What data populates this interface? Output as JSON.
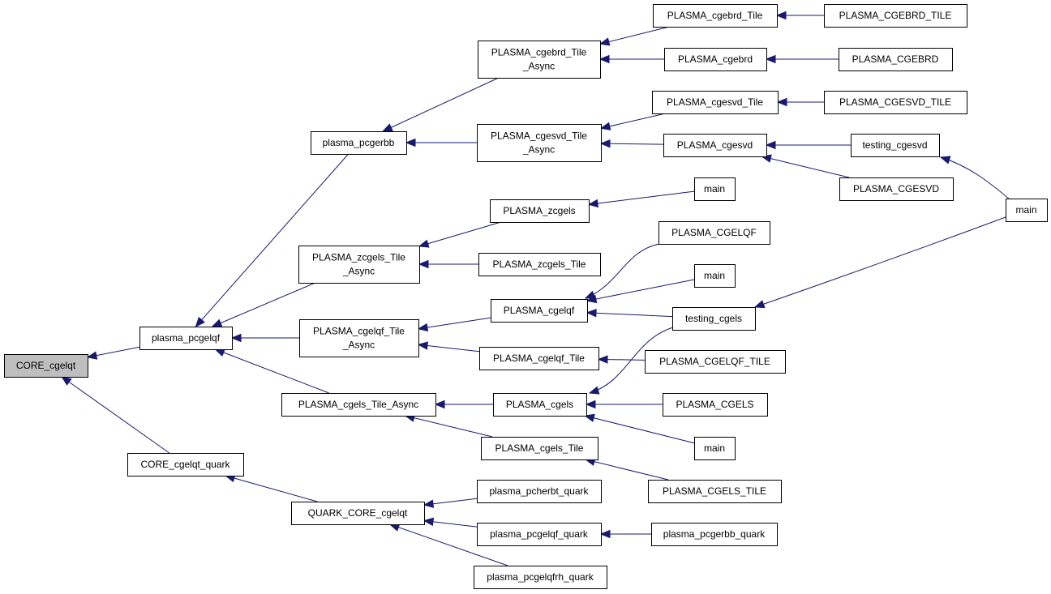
{
  "diagram": {
    "title": "Caller graph for CORE_cgelqt",
    "root": "CORE_cgelqt",
    "colors": {
      "edge": "#191970",
      "root_fill": "#bfbfbf",
      "node_fill": "#ffffff",
      "border": "#000000"
    },
    "nodes": [
      {
        "id": "core_cgelqt",
        "label": [
          "CORE_cgelqt"
        ],
        "root": true
      },
      {
        "id": "plasma_pcgelqf",
        "label": [
          "plasma_pcgelqf"
        ]
      },
      {
        "id": "core_cgelqt_quark",
        "label": [
          "CORE_cgelqt_quark"
        ]
      },
      {
        "id": "plasma_pcgerbb",
        "label": [
          "plasma_pcgerbb"
        ]
      },
      {
        "id": "plasma_zcgels_tile_async",
        "label": [
          "PLASMA_zcgels_Tile",
          "_Async"
        ]
      },
      {
        "id": "plasma_cgelqf_tile_async",
        "label": [
          "PLASMA_cgelqf_Tile",
          "_Async"
        ]
      },
      {
        "id": "plasma_cgels_tile_async",
        "label": [
          "PLASMA_cgels_Tile_Async"
        ]
      },
      {
        "id": "quark_core_cgelqt",
        "label": [
          "QUARK_CORE_cgelqt"
        ]
      },
      {
        "id": "plasma_cgebrd_tile_async",
        "label": [
          "PLASMA_cgebrd_Tile",
          "_Async"
        ]
      },
      {
        "id": "plasma_cgesvd_tile_async",
        "label": [
          "PLASMA_cgesvd_Tile",
          "_Async"
        ]
      },
      {
        "id": "plasma_zcgels",
        "label": [
          "PLASMA_zcgels"
        ]
      },
      {
        "id": "plasma_zcgels_tile",
        "label": [
          "PLASMA_zcgels_Tile"
        ]
      },
      {
        "id": "plasma_cgelqf",
        "label": [
          "PLASMA_cgelqf"
        ]
      },
      {
        "id": "plasma_cgelqf_tile",
        "label": [
          "PLASMA_cgelqf_Tile"
        ]
      },
      {
        "id": "plasma_cgels",
        "label": [
          "PLASMA_cgels"
        ]
      },
      {
        "id": "plasma_cgels_tile",
        "label": [
          "PLASMA_cgels_Tile"
        ]
      },
      {
        "id": "plasma_pcherbt_quark",
        "label": [
          "plasma_pcherbt_quark"
        ]
      },
      {
        "id": "plasma_pcgelqf_quark",
        "label": [
          "plasma_pcgelqf_quark"
        ]
      },
      {
        "id": "plasma_pcgelqfrh_quark",
        "label": [
          "plasma_pcgelqfrh_quark"
        ]
      },
      {
        "id": "plasma_cgebrd_tile",
        "label": [
          "PLASMA_cgebrd_Tile"
        ]
      },
      {
        "id": "plasma_cgebrd",
        "label": [
          "PLASMA_cgebrd"
        ]
      },
      {
        "id": "plasma_cgesvd_tile",
        "label": [
          "PLASMA_cgesvd_Tile"
        ]
      },
      {
        "id": "plasma_cgesvd",
        "label": [
          "PLASMA_cgesvd"
        ]
      },
      {
        "id": "main_zcgels",
        "label": [
          "main"
        ]
      },
      {
        "id": "plasma_CGELQF",
        "label": [
          "PLASMA_CGELQF"
        ]
      },
      {
        "id": "main_cgelqf",
        "label": [
          "main"
        ]
      },
      {
        "id": "testing_cgels",
        "label": [
          "testing_cgels"
        ]
      },
      {
        "id": "plasma_CGELQF_TILE",
        "label": [
          "PLASMA_CGELQF_TILE"
        ]
      },
      {
        "id": "plasma_CGELS",
        "label": [
          "PLASMA_CGELS"
        ]
      },
      {
        "id": "main_cgels",
        "label": [
          "main"
        ]
      },
      {
        "id": "plasma_CGELS_TILE",
        "label": [
          "PLASMA_CGELS_TILE"
        ]
      },
      {
        "id": "plasma_pcgerbb_quark",
        "label": [
          "plasma_pcgerbb_quark"
        ]
      },
      {
        "id": "plasma_CGEBRD_TILE",
        "label": [
          "PLASMA_CGEBRD_TILE"
        ]
      },
      {
        "id": "plasma_CGEBRD",
        "label": [
          "PLASMA_CGEBRD"
        ]
      },
      {
        "id": "plasma_CGESVD_TILE",
        "label": [
          "PLASMA_CGESVD_TILE"
        ]
      },
      {
        "id": "testing_cgesvd",
        "label": [
          "testing_cgesvd"
        ]
      },
      {
        "id": "plasma_CGESVD",
        "label": [
          "PLASMA_CGESVD"
        ]
      },
      {
        "id": "main_testing",
        "label": [
          "main"
        ]
      }
    ],
    "edges": [
      {
        "from": "plasma_pcgelqf",
        "to": "core_cgelqt"
      },
      {
        "from": "core_cgelqt_quark",
        "to": "core_cgelqt"
      },
      {
        "from": "plasma_pcgerbb",
        "to": "plasma_pcgelqf"
      },
      {
        "from": "plasma_zcgels_tile_async",
        "to": "plasma_pcgelqf"
      },
      {
        "from": "plasma_cgelqf_tile_async",
        "to": "plasma_pcgelqf"
      },
      {
        "from": "plasma_cgels_tile_async",
        "to": "plasma_pcgelqf"
      },
      {
        "from": "quark_core_cgelqt",
        "to": "core_cgelqt_quark"
      },
      {
        "from": "plasma_cgebrd_tile_async",
        "to": "plasma_pcgerbb"
      },
      {
        "from": "plasma_cgesvd_tile_async",
        "to": "plasma_pcgerbb"
      },
      {
        "from": "plasma_zcgels",
        "to": "plasma_zcgels_tile_async"
      },
      {
        "from": "plasma_zcgels_tile",
        "to": "plasma_zcgels_tile_async"
      },
      {
        "from": "plasma_cgelqf",
        "to": "plasma_cgelqf_tile_async"
      },
      {
        "from": "plasma_cgelqf_tile",
        "to": "plasma_cgelqf_tile_async"
      },
      {
        "from": "plasma_cgels",
        "to": "plasma_cgels_tile_async"
      },
      {
        "from": "plasma_cgels_tile",
        "to": "plasma_cgels_tile_async"
      },
      {
        "from": "plasma_pcherbt_quark",
        "to": "quark_core_cgelqt"
      },
      {
        "from": "plasma_pcgelqf_quark",
        "to": "quark_core_cgelqt"
      },
      {
        "from": "plasma_pcgelqfrh_quark",
        "to": "quark_core_cgelqt"
      },
      {
        "from": "plasma_cgebrd_tile",
        "to": "plasma_cgebrd_tile_async"
      },
      {
        "from": "plasma_cgebrd",
        "to": "plasma_cgebrd_tile_async"
      },
      {
        "from": "plasma_cgesvd_tile",
        "to": "plasma_cgesvd_tile_async"
      },
      {
        "from": "plasma_cgesvd",
        "to": "plasma_cgesvd_tile_async"
      },
      {
        "from": "main_zcgels",
        "to": "plasma_zcgels"
      },
      {
        "from": "plasma_CGELQF",
        "to": "plasma_cgelqf"
      },
      {
        "from": "main_cgelqf",
        "to": "plasma_cgelqf"
      },
      {
        "from": "testing_cgels",
        "to": "plasma_cgelqf"
      },
      {
        "from": "plasma_CGELQF_TILE",
        "to": "plasma_cgelqf_tile"
      },
      {
        "from": "testing_cgels",
        "to": "plasma_cgels"
      },
      {
        "from": "plasma_CGELS",
        "to": "plasma_cgels"
      },
      {
        "from": "main_cgels",
        "to": "plasma_cgels"
      },
      {
        "from": "plasma_CGELS_TILE",
        "to": "plasma_cgels_tile"
      },
      {
        "from": "plasma_pcgerbb_quark",
        "to": "plasma_pcgelqf_quark"
      },
      {
        "from": "plasma_CGEBRD_TILE",
        "to": "plasma_cgebrd_tile"
      },
      {
        "from": "plasma_CGEBRD",
        "to": "plasma_cgebrd"
      },
      {
        "from": "plasma_CGESVD_TILE",
        "to": "plasma_cgesvd_tile"
      },
      {
        "from": "testing_cgesvd",
        "to": "plasma_cgesvd"
      },
      {
        "from": "plasma_CGESVD",
        "to": "plasma_cgesvd"
      },
      {
        "from": "main_testing",
        "to": "testing_cgesvd"
      },
      {
        "from": "main_testing",
        "to": "testing_cgels"
      }
    ]
  }
}
